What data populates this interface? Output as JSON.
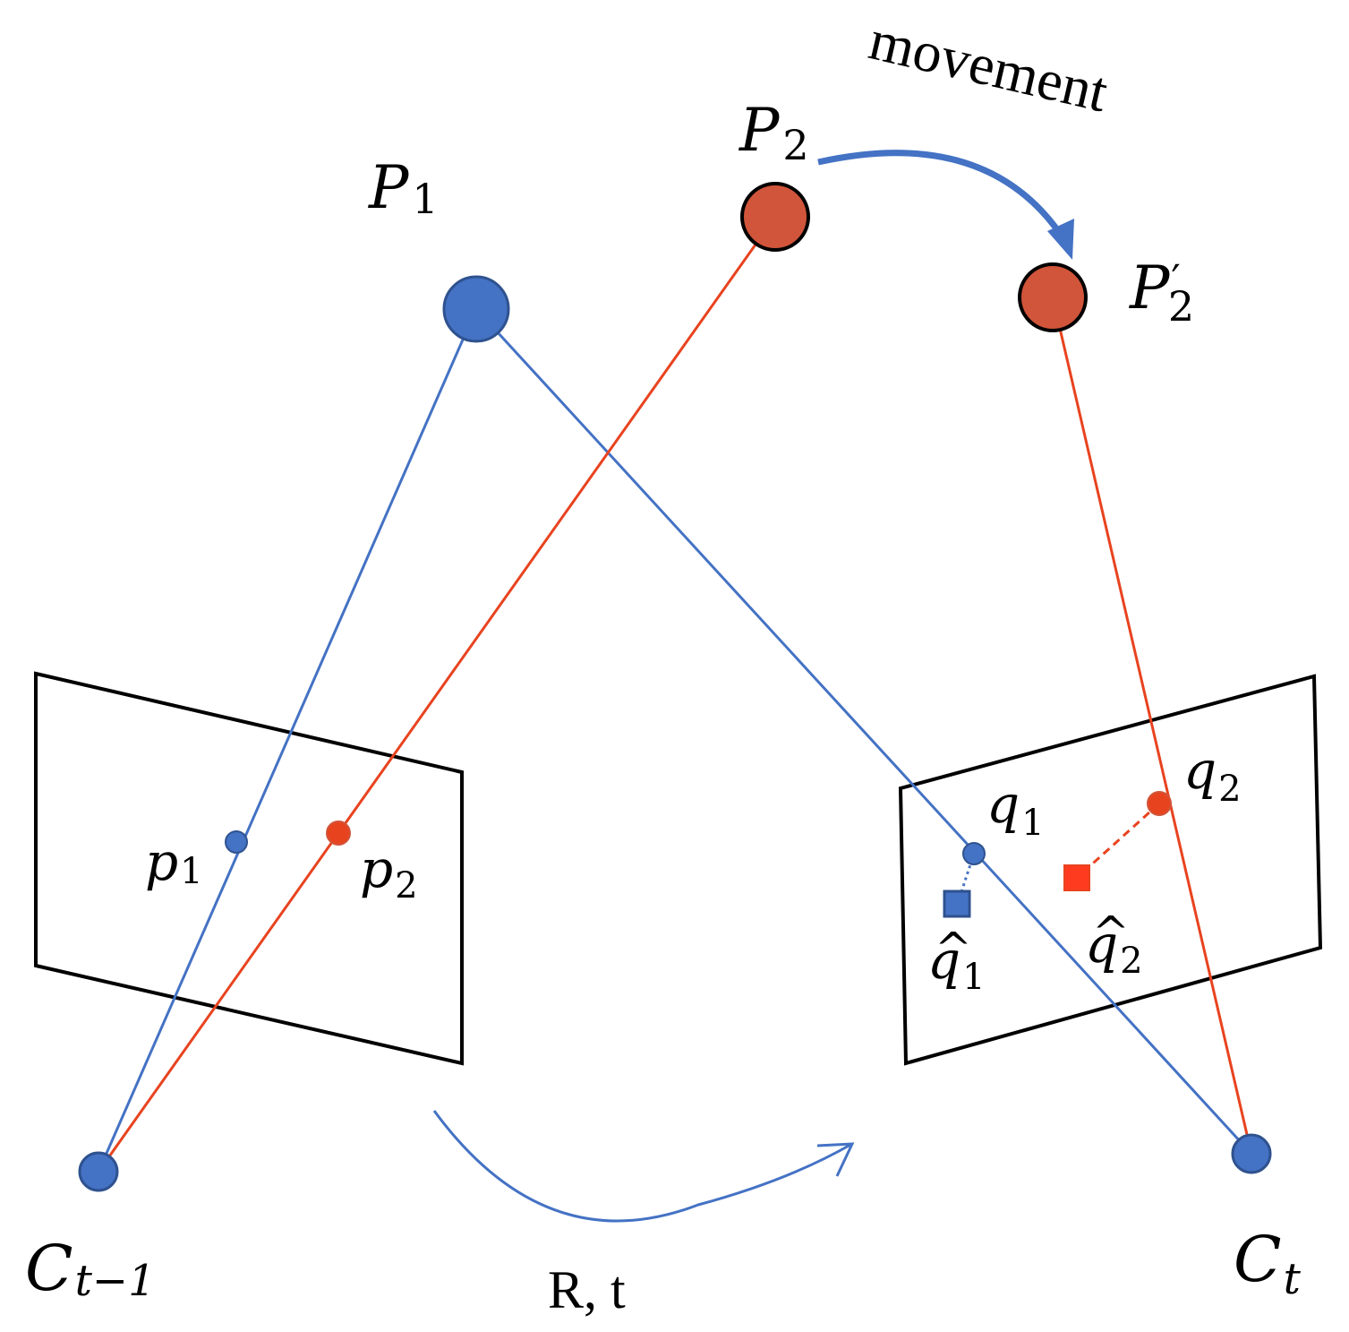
{
  "colors": {
    "blue": "#4472C4",
    "blue_stroke": "#2F528F",
    "red_line": "#E8431F",
    "red_point": "#D0553A",
    "red_square": "#FF3B1F",
    "frame": "#000000"
  },
  "labels": {
    "P1": {
      "base": "P",
      "sub": "1"
    },
    "P2": {
      "base": "P",
      "sub": "2"
    },
    "P2prime": {
      "base": "P",
      "prime": "′",
      "sub": "2"
    },
    "movement": "movement",
    "p1": {
      "base": "p",
      "sub": "1"
    },
    "p2": {
      "base": "p",
      "sub": "2"
    },
    "q1": {
      "base": "q",
      "sub": "1"
    },
    "q2": {
      "base": "q",
      "sub": "2"
    },
    "q1hat": {
      "hat": "^",
      "base": "q",
      "sub": "1"
    },
    "q2hat": {
      "hat": "^",
      "base": "q",
      "sub": "2"
    },
    "Ctm1": {
      "base": "C",
      "sub": "t−1"
    },
    "Ct": {
      "base": "C",
      "sub": "t"
    },
    "Rt": "R, t"
  },
  "icons": {
    "movement_arrow": "curved-arrow-icon",
    "motion_arrow": "curved-arrow-icon"
  }
}
